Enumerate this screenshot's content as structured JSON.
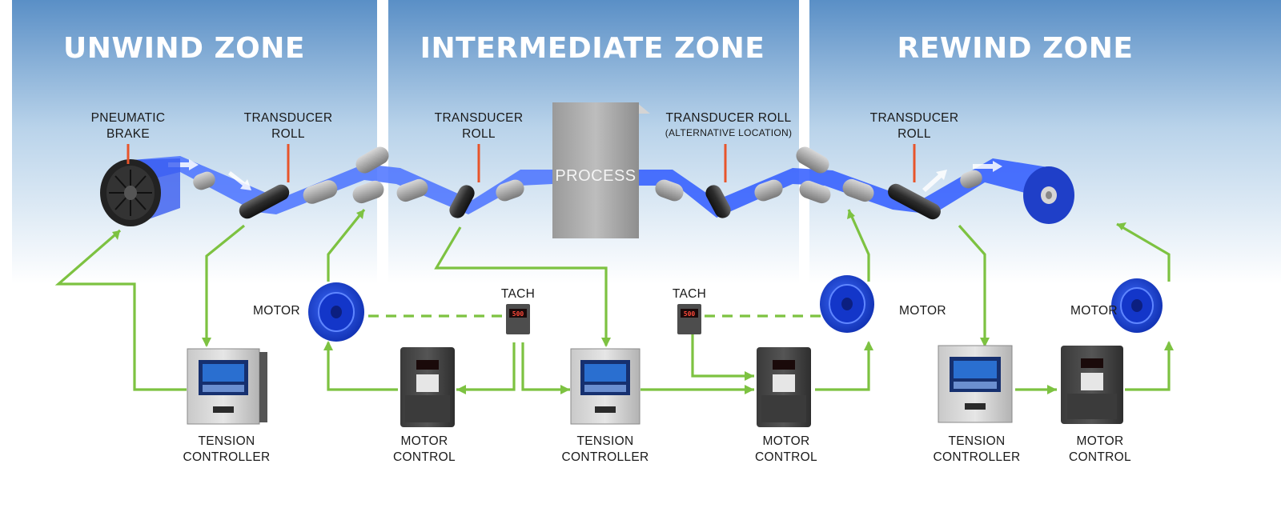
{
  "zones": {
    "unwind": "UNWIND ZONE",
    "intermediate": "INTERMEDIATE ZONE",
    "rewind": "REWIND ZONE"
  },
  "labels": {
    "pneumatic_brake": [
      "PNEUMATIC",
      "BRAKE"
    ],
    "transducer_roll_unwind": [
      "TRANSDUCER",
      "ROLL"
    ],
    "transducer_roll_intermediate": [
      "TRANSDUCER",
      "ROLL"
    ],
    "transducer_roll_alt": [
      "TRANSDUCER ROLL",
      "(ALTERNATIVE LOCATION)"
    ],
    "transducer_roll_rewind": [
      "TRANSDUCER",
      "ROLL"
    ],
    "process": "PROCESS",
    "motor_1": "MOTOR",
    "motor_2": "MOTOR",
    "motor_3": "MOTOR",
    "tach_1": "TACH",
    "tach_2": "TACH",
    "tach_display": "500",
    "tension_controller_1": [
      "TENSION",
      "CONTROLLER"
    ],
    "tension_controller_2": [
      "TENSION",
      "CONTROLLER"
    ],
    "tension_controller_3": [
      "TENSION",
      "CONTROLLER"
    ],
    "motor_control_1": [
      "MOTOR",
      "CONTROL"
    ],
    "motor_control_2": [
      "MOTOR",
      "CONTROL"
    ],
    "motor_control_3": [
      "MOTOR",
      "CONTROL"
    ]
  },
  "colors": {
    "web": "#2f5bff",
    "signal_wire": "#7dc241",
    "marker": "#e8542a",
    "zone_top": "#5f92c8"
  }
}
